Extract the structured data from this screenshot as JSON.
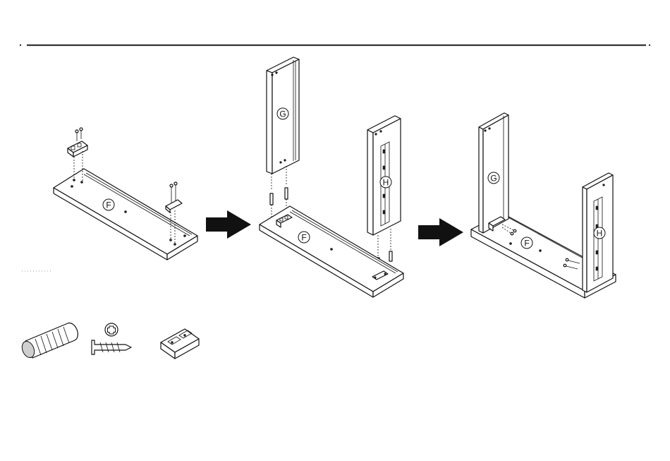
{
  "parts": {
    "panel_f": "F",
    "panel_g": "G",
    "panel_h": "H"
  },
  "hardware": {
    "dowel_icon": "wooden-dowel-icon",
    "screw_icon": "phillips-screw-icon",
    "bracket_icon": "corner-bracket-icon"
  },
  "colors": {
    "line": "#111111",
    "arrow": "#111111",
    "background": "#ffffff"
  }
}
